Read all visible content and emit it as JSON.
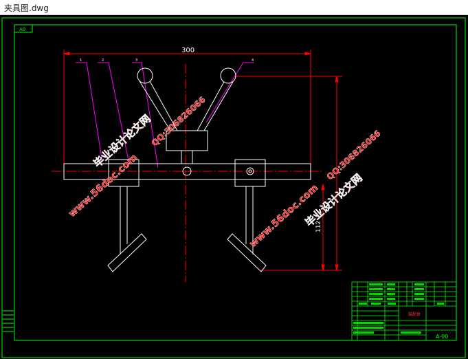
{
  "window": {
    "title": "夹具图.dwg"
  },
  "colors": {
    "background": "#000000",
    "border": "#00ff00",
    "dimension": "#ff0000",
    "leader": "#ff00ff",
    "geometry": "#ffffff",
    "watermark": "#ff1a1a",
    "titleblock": "#00ff00"
  },
  "drawing": {
    "sheet_tag": "A0",
    "dim_width": "300",
    "dim_height": "112",
    "part_labels": [
      "1",
      "2",
      "3",
      "4"
    ]
  },
  "watermarks": [
    {
      "text": "毕业设计论文网"
    },
    {
      "text": "www.56doc.com"
    },
    {
      "text": "QQ:306826066"
    },
    {
      "text": "毕业设计论文网"
    },
    {
      "text": "www.56doc.com"
    },
    {
      "text": "QQ:306826066"
    }
  ],
  "titleblock": {
    "title_red": "装配体",
    "drawing_number": "A-00"
  }
}
